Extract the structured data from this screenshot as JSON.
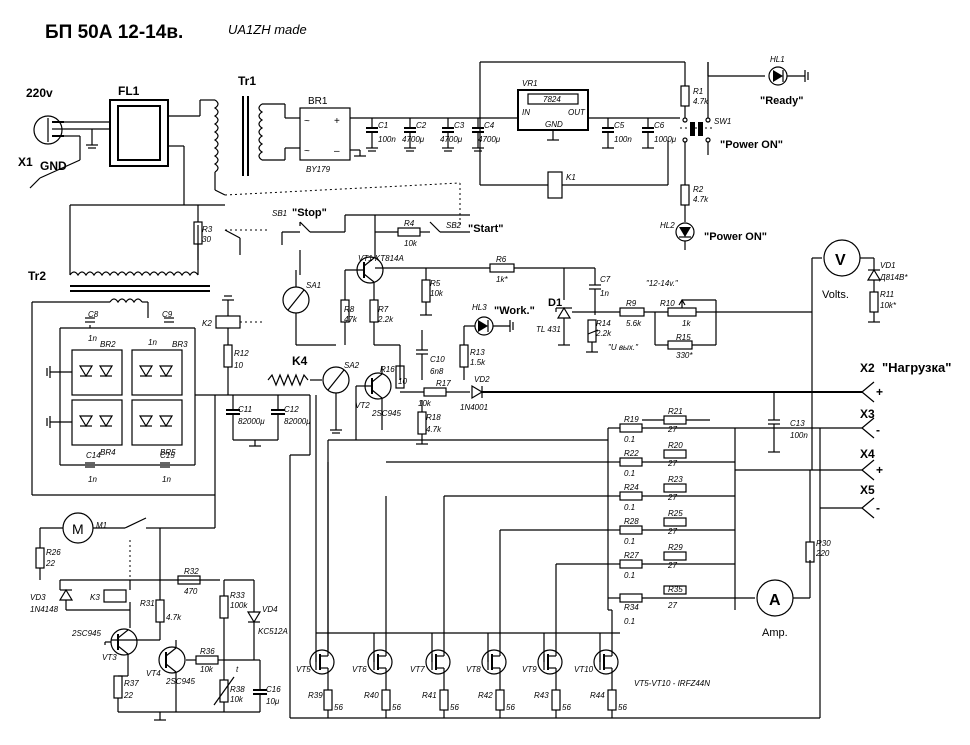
{
  "title": "БП 50А  12-14в.",
  "author": "UA1ZH made",
  "labels": {
    "v220": "220v",
    "fl1": "FL1",
    "tr1": "Tr1",
    "tr2": "Tr2",
    "x1": "X1",
    "gnd": "GND",
    "br1": "BR1",
    "by179": "BY179",
    "vr1": "VR1",
    "ic7824": "7824",
    "in": "IN",
    "out": "OUT",
    "icgnd": "GND",
    "c1": "C1",
    "c1v": "100n",
    "c2": "C2",
    "c2v": "4700μ",
    "c3": "C3",
    "c3v": "4700μ",
    "c4": "C4",
    "c4v": "4700μ",
    "c5": "C5",
    "c5v": "100n",
    "c6": "C6",
    "c6v": "1000μ",
    "k1": "K1",
    "hl1": "HL1",
    "ready": "\"Ready\"",
    "r1": "R1",
    "r1v": "4.7k",
    "sw1": "SW1",
    "poweron1": "\"Power ON\"",
    "r2": "R2",
    "r2v": "4.7k",
    "hl2": "HL2",
    "poweron2": "\"Power ON\"",
    "sb1": "SB1",
    "stop": "\"Stop\"",
    "r4": "R4",
    "r4v": "10k",
    "sb2": "SB2",
    "start": "\"Start\"",
    "r3": "R3",
    "r3v": "30",
    "vt1": "VT1 KT814A",
    "r6": "R6",
    "r6v": "1k*",
    "c7": "C7",
    "c7v": "1n",
    "sa1": "SA1",
    "r8": "R8",
    "r8v": "47k",
    "r7": "R7",
    "r7v": "2.2k",
    "r5": "R5",
    "r5v": "10k",
    "hl3": "HL3",
    "work": "\"Work.\"",
    "d1": "D1",
    "tl431": "TL 431",
    "r14": "R14",
    "r14v": "2.2k",
    "uvyh": "\"U вых.\"",
    "r9": "R9",
    "r9v": "5.6k",
    "r10": "R10",
    "r10v": "1k",
    "range": "\"12-14v.\"",
    "r15": "R15",
    "r15v": "330*",
    "volts": "Volts.",
    "vd1": "VD1",
    "vd1v": "Д814В*",
    "r11": "R11",
    "r11v": "10k*",
    "k2": "K2",
    "r12": "R12",
    "r12v": "10",
    "k4": "K4",
    "sa2": "SA2",
    "r16": "R16",
    "r16v": "10",
    "c10": "C10",
    "c10v": "6n8",
    "r13": "R13",
    "r13v": "1.5k",
    "vd2": "VD2",
    "vd2v": "1N4001",
    "r17": "R17",
    "r17v": "10k",
    "vt2": "VT2",
    "vt2v": "2SC945",
    "r18": "R18",
    "r18v": "4.7k",
    "c11": "C11",
    "c11v": "82000μ",
    "c12": "C12",
    "c12v": "82000μ",
    "c8": "C8",
    "c8v": "1n",
    "c9": "C9",
    "c9v": "1n",
    "br2": "BR2",
    "br3": "BR3",
    "br4": "BR4",
    "br5": "BR5",
    "c14": "C14",
    "c14v": "1n",
    "c15": "C15",
    "c15v": "1n",
    "c13": "C13",
    "c13v": "100n",
    "x2": "X2",
    "load": "\"Нагрузка\"",
    "x3": "X3",
    "x4": "X4",
    "x5": "X5",
    "plus": "+",
    "minus": "-",
    "r19": "R19",
    "r20": "R20",
    "r21": "R21",
    "r22": "R22",
    "r23": "R23",
    "r24": "R24",
    "r25": "R25",
    "r26": "R26",
    "r27": "R27",
    "r28": "R28",
    "r29": "R29",
    "r30": "R30",
    "r30v": "220",
    "r31": "R31",
    "r31v": "4.7k",
    "r32": "R32",
    "r32v": "470",
    "r33": "R33",
    "r33v": "100k",
    "r34": "R34",
    "r35": "R35",
    "r36": "R36",
    "r36v": "10k",
    "r37": "R37",
    "r37v": "22",
    "r38": "R38",
    "r38v": "10k",
    "r26v": "22",
    "v01": "0.1",
    "v27": "27",
    "m1": "M1",
    "mM": "M",
    "vd3": "VD3",
    "vd3v": "1N4148",
    "k3": "K3",
    "vd4": "VD4",
    "vd4v": "KC512A",
    "vt3": "VT3",
    "vt3v": "2SC945",
    "vt4": "VT4",
    "vt4v": "2SC945",
    "c16": "C16",
    "c16v": "10μ",
    "tsym": "t",
    "amp": "Amp.",
    "ameter": "A",
    "vmeter": "V",
    "vt5": "VT5",
    "vt6": "VT6",
    "vt7": "VT7",
    "vt8": "VT8",
    "vt9": "VT9",
    "vt10": "VT10",
    "vtnote": "VT5-VT10 - IRFZ44N",
    "r39": "R39",
    "r40": "R40",
    "r41": "R41",
    "r42": "R42",
    "r43": "R43",
    "r44": "R44",
    "v56": "56"
  }
}
